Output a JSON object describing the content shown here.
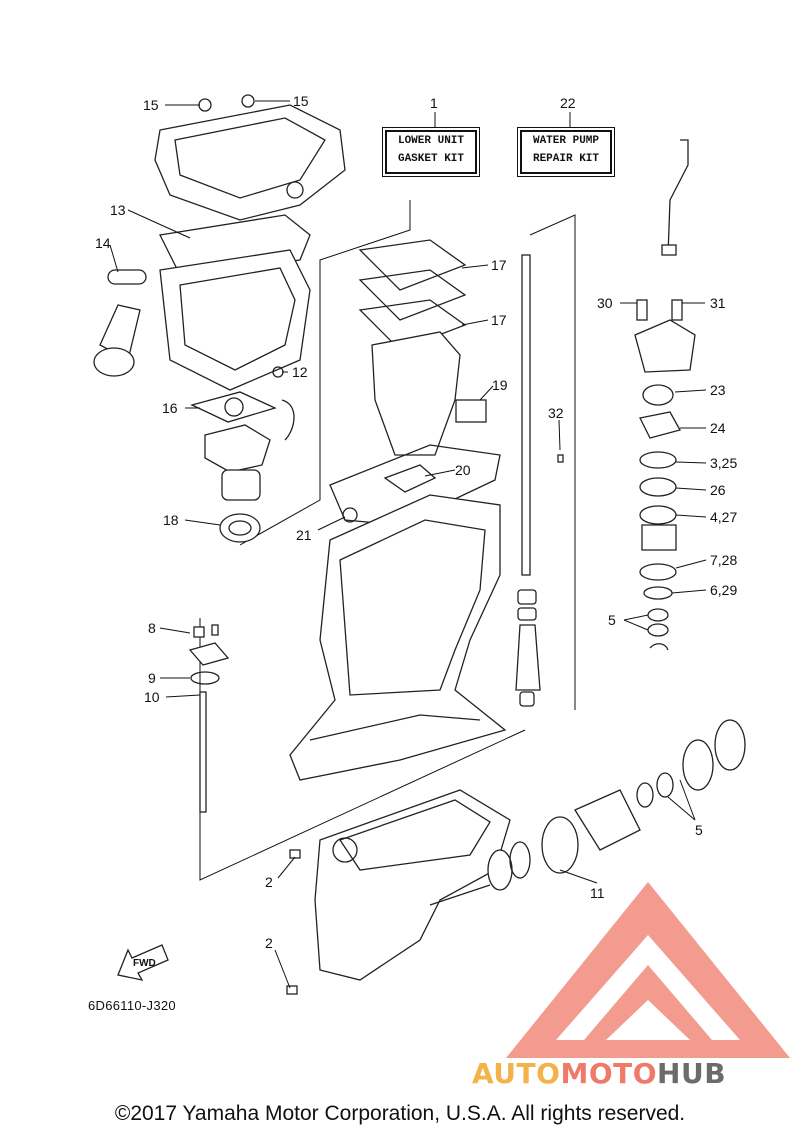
{
  "diagram": {
    "kits": {
      "lower_unit": {
        "line1": "LOWER UNIT",
        "line2": "GASKET KIT"
      },
      "water_pump": {
        "line1": "WATER PUMP",
        "line2": "REPAIR KIT"
      }
    },
    "callouts": {
      "c1": "1",
      "c22": "22",
      "c15a": "15",
      "c15b": "15",
      "c13": "13",
      "c14": "14",
      "c17a": "17",
      "c17b": "17",
      "c12": "12",
      "c16": "16",
      "c19": "19",
      "c20": "20",
      "c18": "18",
      "c21": "21",
      "c32": "32",
      "c30": "30",
      "c31": "31",
      "c23": "23",
      "c24": "24",
      "c325": "3,25",
      "c26": "26",
      "c427": "4,27",
      "c728": "7,28",
      "c629": "6,29",
      "c5a": "5",
      "c5b": "5",
      "c8": "8",
      "c9": "9",
      "c10": "10",
      "c11": "11",
      "c2a": "2",
      "c2b": "2"
    },
    "fwd_label": "FWD",
    "doc_code": "6D66110-J320"
  },
  "footer": {
    "copyright": "©2017 Yamaha Motor Corporation, U.S.A. All rights reserved.",
    "brand": {
      "part1": "AUTO",
      "part2": "MOTO",
      "part3": "HUB"
    }
  },
  "colors": {
    "line": "#222222",
    "watermark_red": "#f07a6a",
    "watermark_orange": "#f3b24a",
    "watermark_gray": "#6b6b6b"
  }
}
